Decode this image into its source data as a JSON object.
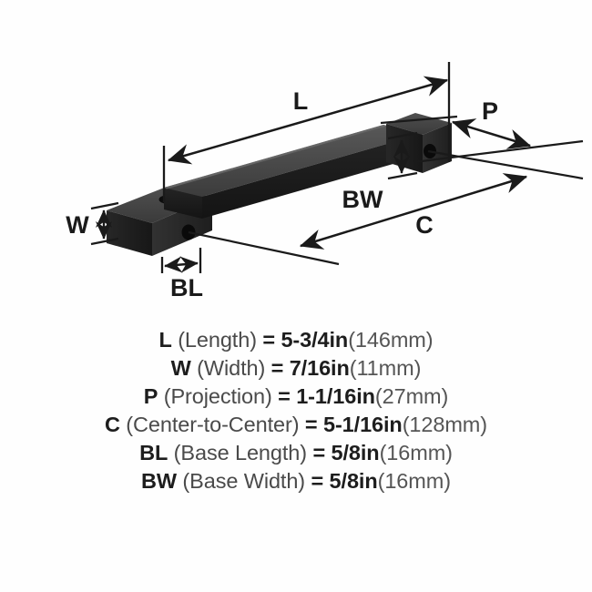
{
  "diagram": {
    "title": "Cabinet pull handle dimension diagram",
    "product_color": "#1b1b1b",
    "line_color": "#1a1a1a",
    "background": "#ffffff",
    "labels": {
      "length": "L",
      "width": "W",
      "projection": "P",
      "center_to_center": "C",
      "base_length": "BL",
      "base_width": "BW"
    }
  },
  "specs": [
    {
      "code": "L",
      "name": "(Length)",
      "eq": "=",
      "imperial": "5-3/4in",
      "metric": "(146mm)"
    },
    {
      "code": "W",
      "name": "(Width)",
      "eq": "=",
      "imperial": "7/16in",
      "metric": "(11mm)"
    },
    {
      "code": "P",
      "name": "(Projection)",
      "eq": "=",
      "imperial": "1-1/16in",
      "metric": "(27mm)"
    },
    {
      "code": "C",
      "name": "(Center-to-Center)",
      "eq": "=",
      "imperial": "5-1/16in",
      "metric": "(128mm)"
    },
    {
      "code": "BL",
      "name": "(Base Length)",
      "eq": "=",
      "imperial": "5/8in",
      "metric": "(16mm)"
    },
    {
      "code": "BW",
      "name": "(Base Width)",
      "eq": "=",
      "imperial": "5/8in",
      "metric": "(16mm)"
    }
  ]
}
